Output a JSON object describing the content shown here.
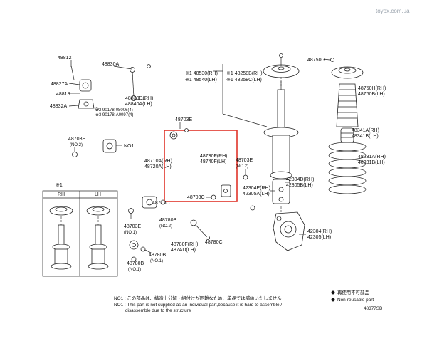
{
  "watermark": "toyox.com.ua",
  "labels": {
    "p48812": "48812",
    "p48830A": "48830A",
    "p48750G": "48750G",
    "p48827A": "48827A",
    "p48818": "48818",
    "p48832A": "48832A",
    "p48830D": "48830D(RH)",
    "p48840A": "48840A(LH)",
    "p90178a": "※2 90178-08006(4)",
    "p90178b": "※3 90178-A0097(4)",
    "p48530": "※1 48530(RH)",
    "p48540": "※1 48540(LH)",
    "p48258B": "※1 48258B(RH)",
    "p48258C": "※1 48258C(LH)",
    "p48750H": "48750H(RH)",
    "p48760B": "48760B(LH)",
    "p48703E_top": "48703E",
    "p48703E_l": "48703E",
    "no2_a": "(NO.2)",
    "p48710A": "48710A(RH)",
    "p48720A": "48720A(LH)",
    "no1_a": "NO1",
    "p48730F": "48730F(RH)",
    "p48740F": "48740F(LH)",
    "p48703E_r": "48703E",
    "no2_b": "(NO.2)",
    "p48341A": "48341A(RH)",
    "p48341B": "48341B(LH)",
    "p48231A": "48231A(RH)",
    "p48231B": "48231B(LH)",
    "p42304D": "42304D(RH)",
    "p42305B": "42305B(LH)",
    "p42304E": "42304E(RH)",
    "p42305A": "42305A(LH)",
    "p48703C_a": "48703C",
    "p48703C_b": "48703C",
    "box_title": "※1",
    "box_rh": "RH",
    "box_lh": "LH",
    "p48703E_b": "48703E",
    "no1_b": "(NO.1)",
    "p48780B_top": "48780B",
    "no2_c": "(NO.2)",
    "p48780C": "48780C",
    "p42304": "42304(RH)",
    "p42305": "42305(LH)",
    "p48780F": "48780F(RH)",
    "p487AD": "487AD(LH)",
    "p48780B_mid": "48780B",
    "no1_c": "(NO.1)",
    "p48780B_bot": "48780B",
    "no1_d": "(NO.1)"
  },
  "notes": {
    "jp": "NO1 : この部品は、構造上分解・組付けが困難なため、単品では補給いたしません",
    "en1": "NO1 : This part is not supplied as an individual part,because it is hard to assemble  /",
    "en2": "disassemble due to the structure",
    "legend_jp": "再使用不可部品",
    "legend_en": "Non-reusable part",
    "diagram_no": "48377SB"
  }
}
